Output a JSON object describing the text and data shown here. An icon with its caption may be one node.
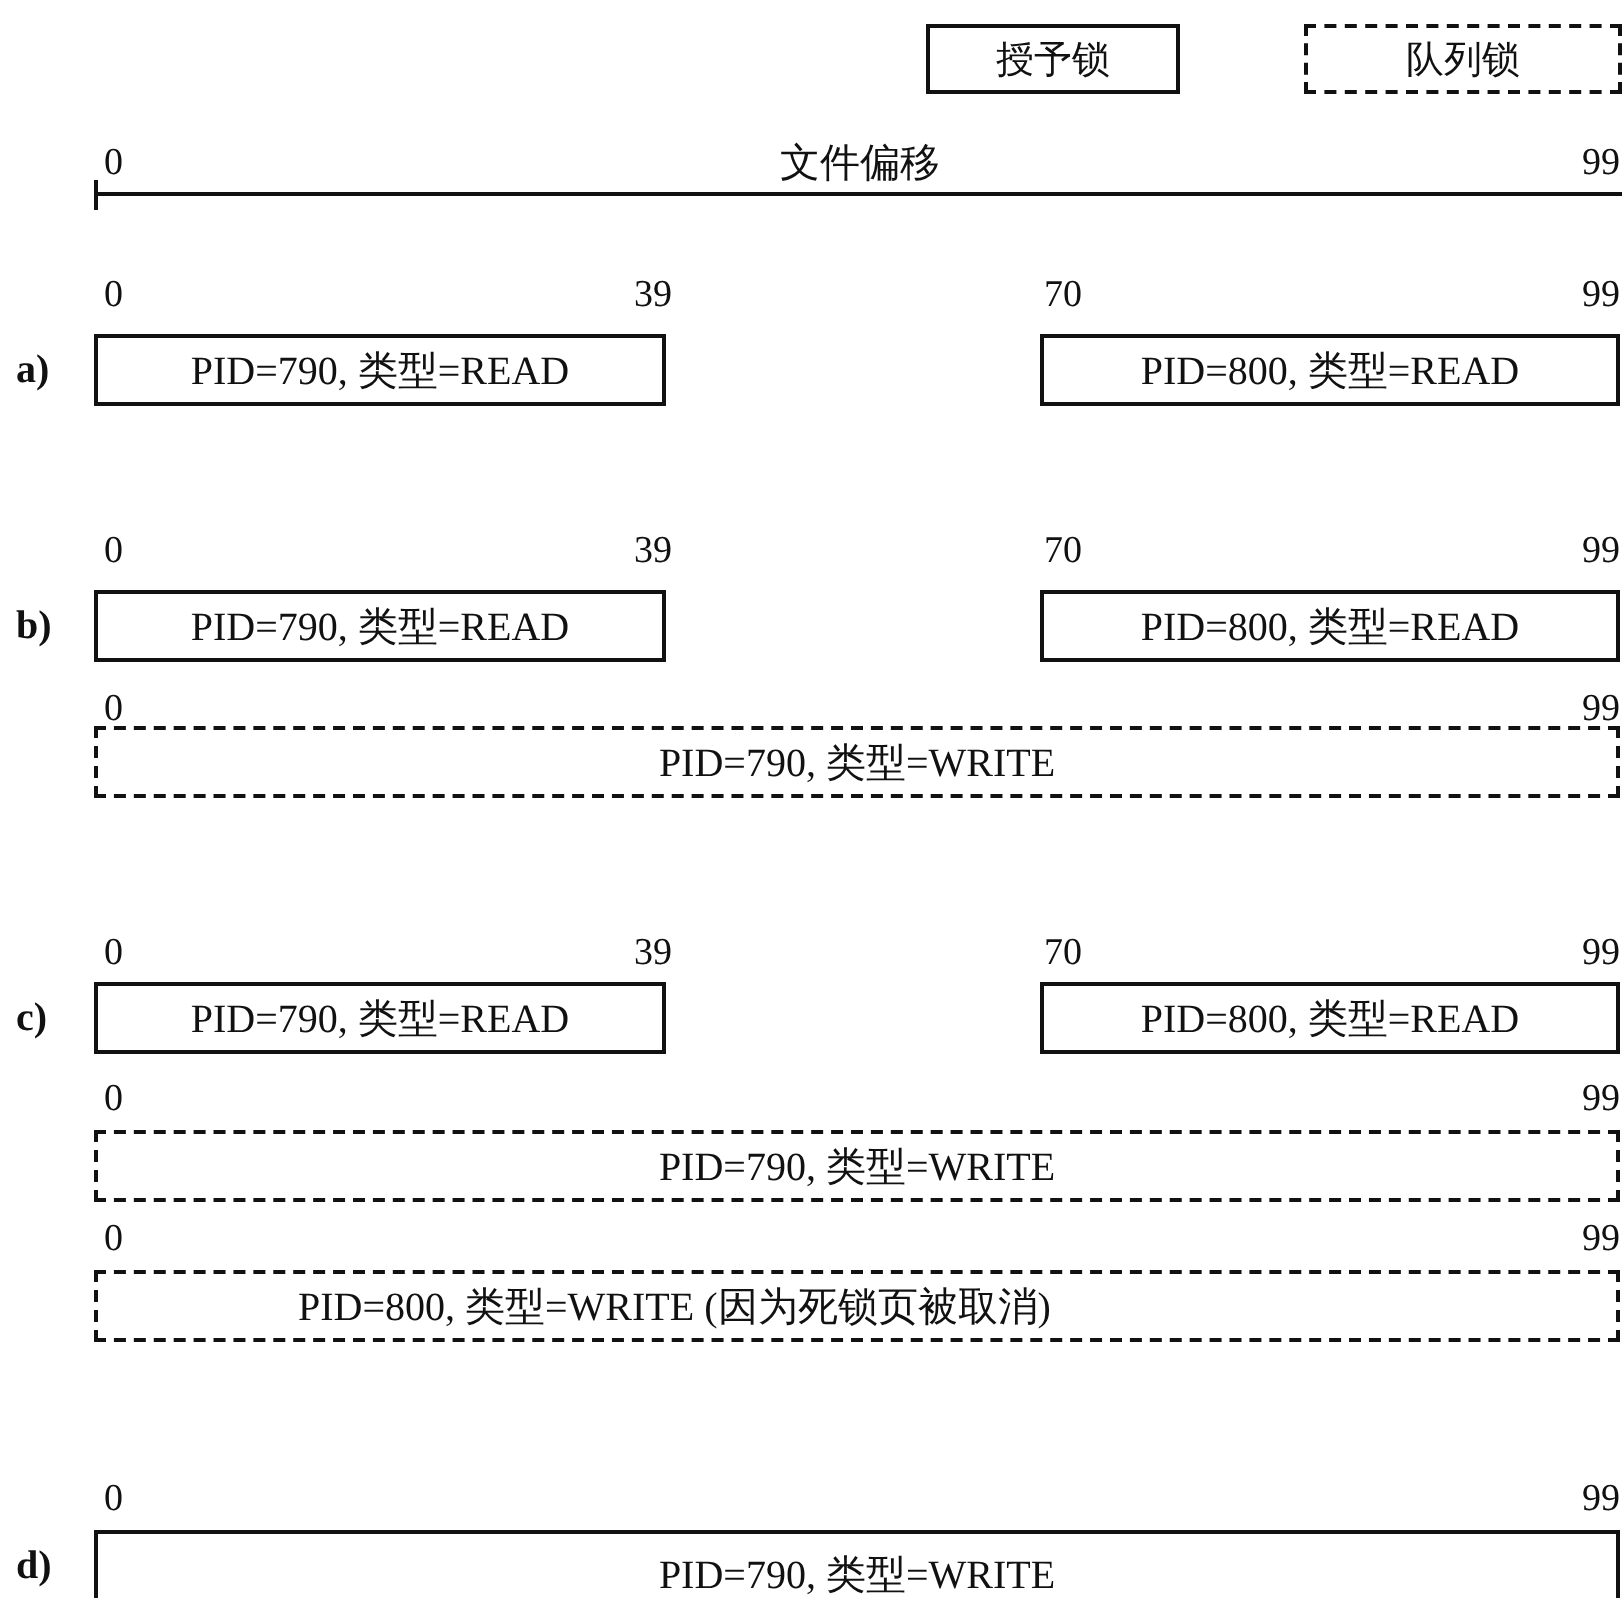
{
  "diagram": {
    "nodes": [
      {
        "text": [
          "PID=790, 类型=READ"
        ]
      },
      {
        "text": [
          "PID=800, 类型=READ"
        ]
      },
      {
        "text": [
          "PID=790, 类型=READ"
        ]
      },
      {
        "text": [
          "PID=800, 类型=READ"
        ]
      },
      {
        "text": [
          "PID=790, 类型=WRITE"
        ]
      },
      {
        "text": [
          "PID=790, 类型=READ"
        ]
      },
      {
        "text": [
          "PID=800, 类型=READ"
        ]
      },
      {
        "text": [
          "PID=790, 类型=WRITE"
        ]
      },
      {
        "text": [
          "PID=800, 类型=WRITE (因为死锁页被取消)"
        ]
      },
      {
        "text": [
          "PID=790, 类型=WRITE"
        ]
      }
    ],
    "labels": [
      "0",
      "文件偏移",
      "99",
      "0",
      "39",
      "70",
      "99",
      "a)",
      "0",
      "39",
      "70",
      "99",
      "b)",
      "0",
      "99",
      "0",
      "39",
      "70",
      "99",
      "c)",
      "0",
      "99",
      "0",
      "99",
      "0",
      "99",
      "d)"
    ],
    "legend": [
      {
        "text": "授予锁"
      },
      {
        "text": "队列锁"
      }
    ]
  }
}
